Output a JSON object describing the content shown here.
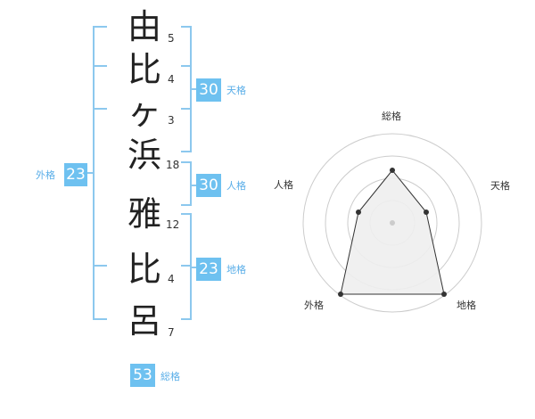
{
  "name_chars": [
    "由",
    "比",
    "ヶ",
    "浜",
    "雅",
    "比",
    "呂"
  ],
  "strokes": [
    "5",
    "4",
    "3",
    "18",
    "12",
    "4",
    "7"
  ],
  "kakusu": {
    "tenkaku": {
      "value": "30",
      "label": "天格"
    },
    "jinkaku": {
      "value": "30",
      "label": "人格"
    },
    "chikaku": {
      "value": "23",
      "label": "地格"
    },
    "gaikaku": {
      "value": "23",
      "label": "外格"
    },
    "soukaku": {
      "value": "53",
      "label": "総格"
    }
  },
  "radar": {
    "labels": {
      "top": "総格",
      "right": "天格",
      "bottom_right": "地格",
      "bottom_left": "外格",
      "left": "人格"
    }
  },
  "colors": {
    "accent": "#6ec1f0",
    "bracket": "#8cc8ee",
    "label": "#5aaee8",
    "radar_fill": "#eeeeee",
    "radar_line": "#333333",
    "ring": "#cccccc"
  }
}
